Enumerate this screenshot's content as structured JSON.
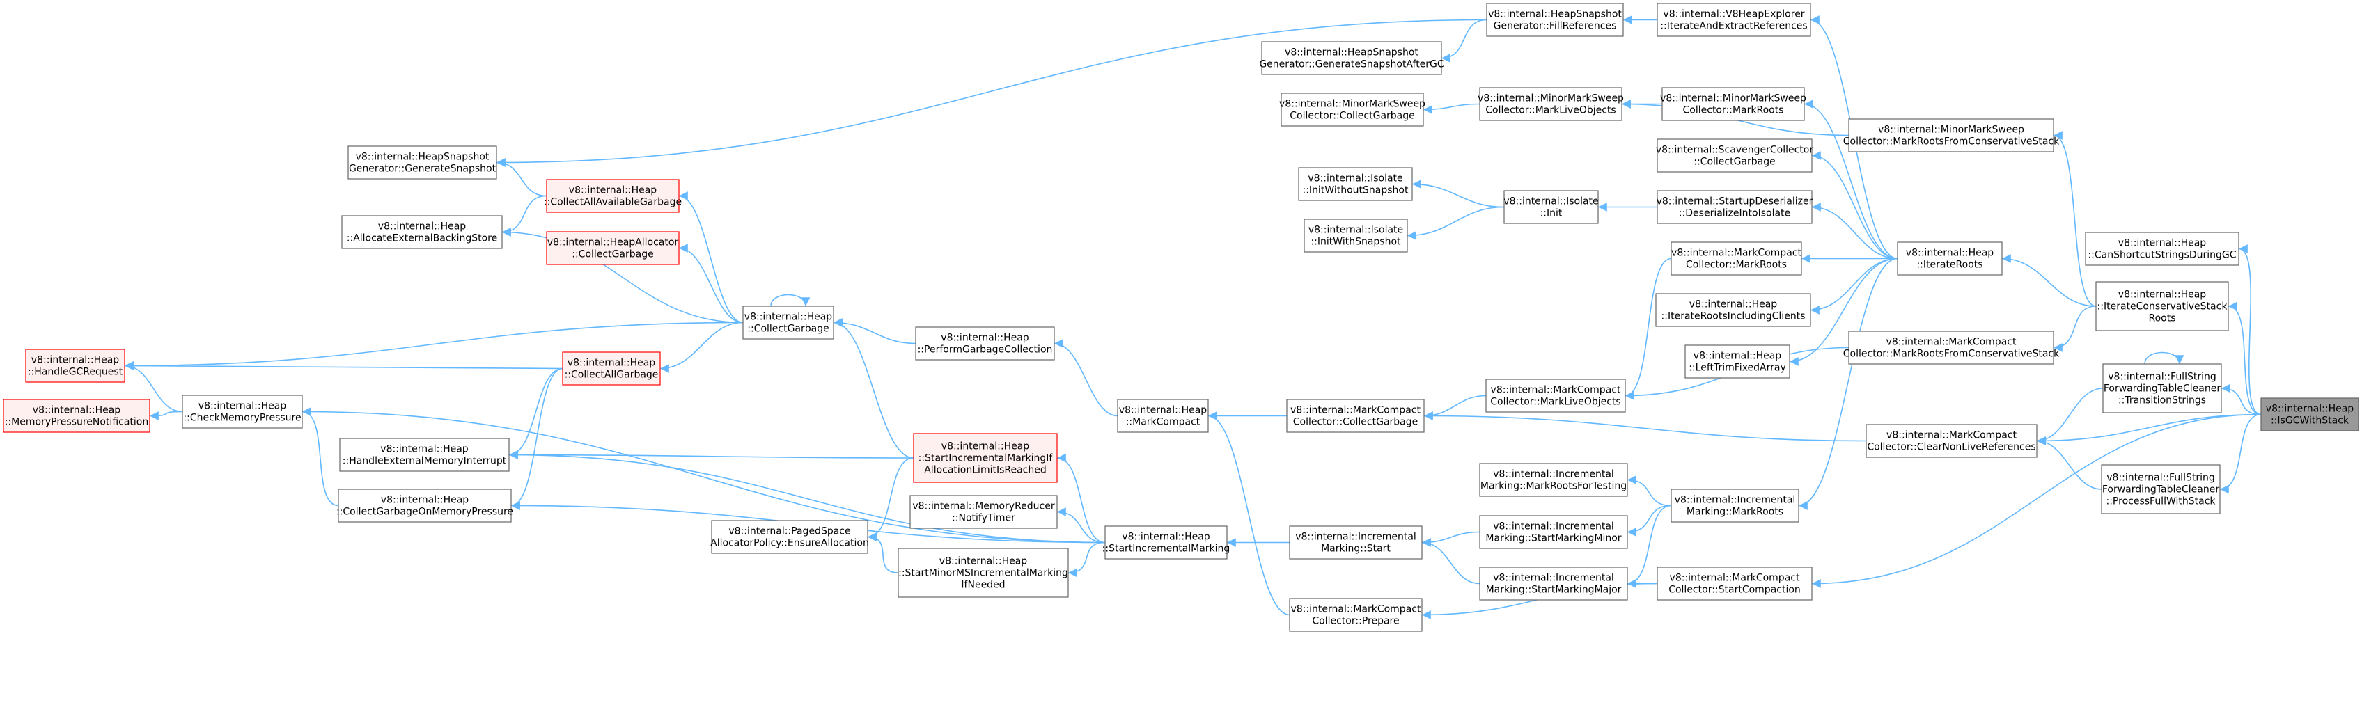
{
  "graph": {
    "title": "",
    "edge_color": "#63b8ff",
    "node_border_default": "#666666",
    "node_fill_default": "#ffffff",
    "node_border_unreferenced": "#ff0000",
    "node_fill_unreferenced": "#fff0f0",
    "node_fill_focus": "#999999",
    "text_color": "#000000",
    "nodes": [
      {
        "id": "n_handle_gc_request",
        "lines": [
          "v8::internal::Heap",
          "::HandleGCRequest"
        ],
        "style": "red"
      },
      {
        "id": "n_memory_pressure_notification",
        "lines": [
          "v8::internal::Heap",
          "::MemoryPressureNotification"
        ],
        "style": "red"
      },
      {
        "id": "n_check_memory_pressure",
        "lines": [
          "v8::internal::Heap",
          "::CheckMemoryPressure"
        ],
        "style": "normal"
      },
      {
        "id": "n_snapshot_generate_snapshot",
        "lines": [
          "v8::internal::HeapSnapshot",
          "Generator::GenerateSnapshot"
        ],
        "style": "normal"
      },
      {
        "id": "n_allocate_external_backing_store",
        "lines": [
          "v8::internal::Heap",
          "::AllocateExternalBackingStore"
        ],
        "style": "normal"
      },
      {
        "id": "n_handle_external_memory_interrupt",
        "lines": [
          "v8::internal::Heap",
          "::HandleExternalMemoryInterrupt"
        ],
        "style": "normal"
      },
      {
        "id": "n_collect_garbage_on_memory_pressure",
        "lines": [
          "v8::internal::Heap",
          "::CollectGarbageOnMemoryPressure"
        ],
        "style": "normal"
      },
      {
        "id": "n_collect_all_available_garbage",
        "lines": [
          "v8::internal::Heap",
          "::CollectAllAvailableGarbage"
        ],
        "style": "red"
      },
      {
        "id": "n_heap_allocator_collect_garbage",
        "lines": [
          "v8::internal::HeapAllocator",
          "::CollectGarbage"
        ],
        "style": "red"
      },
      {
        "id": "n_collect_all_garbage",
        "lines": [
          "v8::internal::Heap",
          "::CollectAllGarbage"
        ],
        "style": "red"
      },
      {
        "id": "n_heap_collect_garbage",
        "lines": [
          "v8::internal::Heap",
          "::CollectGarbage"
        ],
        "style": "normal"
      },
      {
        "id": "n_perform_garbage_collection",
        "lines": [
          "v8::internal::Heap",
          "::PerformGarbageCollection"
        ],
        "style": "normal"
      },
      {
        "id": "n_start_incremental_marking_if_limit",
        "lines": [
          "v8::internal::Heap",
          "::StartIncrementalMarkingIf",
          "AllocationLimitIsReached"
        ],
        "style": "red"
      },
      {
        "id": "n_paged_space_ensure_allocation",
        "lines": [
          "v8::internal::PagedSpace",
          "AllocatorPolicy::EnsureAllocation"
        ],
        "style": "normal"
      },
      {
        "id": "n_memory_reducer_notify_timer",
        "lines": [
          "v8::internal::MemoryReducer",
          "::NotifyTimer"
        ],
        "style": "normal"
      },
      {
        "id": "n_start_minor_ms_incremental_marking",
        "lines": [
          "v8::internal::Heap",
          "::StartMinorMSIncrementalMarking",
          "IfNeeded"
        ],
        "style": "normal"
      },
      {
        "id": "n_heap_mark_compact",
        "lines": [
          "v8::internal::Heap",
          "::MarkCompact"
        ],
        "style": "normal"
      },
      {
        "id": "n_heap_start_incremental_marking",
        "lines": [
          "v8::internal::Heap",
          "::StartIncrementalMarking"
        ],
        "style": "normal"
      },
      {
        "id": "n_mark_compact_collect_garbage",
        "lines": [
          "v8::internal::MarkCompact",
          "Collector::CollectGarbage"
        ],
        "style": "normal"
      },
      {
        "id": "n_incremental_marking_start",
        "lines": [
          "v8::internal::Incremental",
          "Marking::Start"
        ],
        "style": "normal"
      },
      {
        "id": "n_mark_compact_prepare",
        "lines": [
          "v8::internal::MarkCompact",
          "Collector::Prepare"
        ],
        "style": "normal"
      },
      {
        "id": "n_snapshot_generate_after_gc",
        "lines": [
          "v8::internal::HeapSnapshot",
          "Generator::GenerateSnapshotAfterGC"
        ],
        "style": "normal"
      },
      {
        "id": "n_minor_ms_collect_garbage",
        "lines": [
          "v8::internal::MinorMarkSweep",
          "Collector::CollectGarbage"
        ],
        "style": "normal"
      },
      {
        "id": "n_isolate_init_without_snapshot",
        "lines": [
          "v8::internal::Isolate",
          "::InitWithoutSnapshot"
        ],
        "style": "normal"
      },
      {
        "id": "n_isolate_init_with_snapshot",
        "lines": [
          "v8::internal::Isolate",
          "::InitWithSnapshot"
        ],
        "style": "normal"
      },
      {
        "id": "n_snapshot_fill_references",
        "lines": [
          "v8::internal::HeapSnapshot",
          "Generator::FillReferences"
        ],
        "style": "normal"
      },
      {
        "id": "n_minor_ms_mark_live_objects",
        "lines": [
          "v8::internal::MinorMarkSweep",
          "Collector::MarkLiveObjects"
        ],
        "style": "normal"
      },
      {
        "id": "n_isolate_init",
        "lines": [
          "v8::internal::Isolate",
          "::Init"
        ],
        "style": "normal"
      },
      {
        "id": "n_mark_compact_mark_live_objects",
        "lines": [
          "v8::internal::MarkCompact",
          "Collector::MarkLiveObjects"
        ],
        "style": "normal"
      },
      {
        "id": "n_marking_roots_for_testing",
        "lines": [
          "v8::internal::Incremental",
          "Marking::MarkRootsForTesting"
        ],
        "style": "normal"
      },
      {
        "id": "n_start_marking_minor",
        "lines": [
          "v8::internal::Incremental",
          "Marking::StartMarkingMinor"
        ],
        "style": "normal"
      },
      {
        "id": "n_start_marking_major",
        "lines": [
          "v8::internal::Incremental",
          "Marking::StartMarkingMajor"
        ],
        "style": "normal"
      },
      {
        "id": "n_v8_heap_explorer",
        "lines": [
          "v8::internal::V8HeapExplorer",
          "::IterateAndExtractReferences"
        ],
        "style": "normal"
      },
      {
        "id": "n_minor_ms_mark_roots",
        "lines": [
          "v8::internal::MinorMarkSweep",
          "Collector::MarkRoots"
        ],
        "style": "normal"
      },
      {
        "id": "n_scavenger_collect_garbage",
        "lines": [
          "v8::internal::ScavengerCollector",
          "::CollectGarbage"
        ],
        "style": "normal"
      },
      {
        "id": "n_startup_deserialize_into_isolate",
        "lines": [
          "v8::internal::StartupDeserializer",
          "::DeserializeIntoIsolate"
        ],
        "style": "normal"
      },
      {
        "id": "n_mark_compact_mark_roots",
        "lines": [
          "v8::internal::MarkCompact",
          "Collector::MarkRoots"
        ],
        "style": "normal"
      },
      {
        "id": "n_iterate_roots_including_clients",
        "lines": [
          "v8::internal::Heap",
          "::IterateRootsIncludingClients"
        ],
        "style": "normal"
      },
      {
        "id": "n_left_trim_fixed_array",
        "lines": [
          "v8::internal::Heap",
          "::LeftTrimFixedArray"
        ],
        "style": "normal"
      },
      {
        "id": "n_incremental_marking_mark_roots",
        "lines": [
          "v8::internal::Incremental",
          "Marking::MarkRoots"
        ],
        "style": "normal"
      },
      {
        "id": "n_mark_compact_start_compaction",
        "lines": [
          "v8::internal::MarkCompact",
          "Collector::StartCompaction"
        ],
        "style": "normal"
      },
      {
        "id": "n_minor_ms_mark_roots_conservative",
        "lines": [
          "v8::internal::MinorMarkSweep",
          "Collector::MarkRootsFromConservativeStack"
        ],
        "style": "normal"
      },
      {
        "id": "n_heap_iterate_roots",
        "lines": [
          "v8::internal::Heap",
          "::IterateRoots"
        ],
        "style": "normal"
      },
      {
        "id": "n_mark_compact_mark_roots_conservative",
        "lines": [
          "v8::internal::MarkCompact",
          "Collector::MarkRootsFromConservativeStack"
        ],
        "style": "normal"
      },
      {
        "id": "n_mark_compact_clear_non_live_references",
        "lines": [
          "v8::internal::MarkCompact",
          "Collector::ClearNonLiveReferences"
        ],
        "style": "normal"
      },
      {
        "id": "n_can_shortcut_strings",
        "lines": [
          "v8::internal::Heap",
          "::CanShortcutStringsDuringGC"
        ],
        "style": "normal"
      },
      {
        "id": "n_iterate_conservative_stack_roots",
        "lines": [
          "v8::internal::Heap",
          "::IterateConservativeStack",
          "Roots"
        ],
        "style": "normal"
      },
      {
        "id": "n_transition_strings",
        "lines": [
          "v8::internal::FullString",
          "ForwardingTableCleaner",
          "::TransitionStrings"
        ],
        "style": "normal"
      },
      {
        "id": "n_process_full_with_stack",
        "lines": [
          "v8::internal::FullString",
          "ForwardingTableCleaner",
          "::ProcessFullWithStack"
        ],
        "style": "normal"
      },
      {
        "id": "n_is_gc_with_stack",
        "lines": [
          "v8::internal::Heap",
          "::IsGCWithStack"
        ],
        "style": "focus"
      }
    ],
    "edges": [
      [
        "n_handle_gc_request",
        "n_check_memory_pressure"
      ],
      [
        "n_memory_pressure_notification",
        "n_check_memory_pressure"
      ],
      [
        "n_handle_gc_request",
        "n_collect_all_garbage"
      ],
      [
        "n_handle_gc_request",
        "n_heap_collect_garbage"
      ],
      [
        "n_check_memory_pressure",
        "n_collect_garbage_on_memory_pressure"
      ],
      [
        "n_check_memory_pressure",
        "n_heap_start_incremental_marking"
      ],
      [
        "n_snapshot_generate_snapshot",
        "n_collect_all_available_garbage"
      ],
      [
        "n_snapshot_generate_snapshot",
        "n_snapshot_fill_references"
      ],
      [
        "n_allocate_external_backing_store",
        "n_collect_all_available_garbage"
      ],
      [
        "n_allocate_external_backing_store",
        "n_heap_collect_garbage"
      ],
      [
        "n_handle_external_memory_interrupt",
        "n_collect_all_garbage"
      ],
      [
        "n_handle_external_memory_interrupt",
        "n_start_incremental_marking_if_limit"
      ],
      [
        "n_handle_external_memory_interrupt",
        "n_heap_start_incremental_marking"
      ],
      [
        "n_collect_garbage_on_memory_pressure",
        "n_collect_all_garbage"
      ],
      [
        "n_collect_garbage_on_memory_pressure",
        "n_heap_start_incremental_marking"
      ],
      [
        "n_collect_all_available_garbage",
        "n_heap_collect_garbage"
      ],
      [
        "n_heap_allocator_collect_garbage",
        "n_heap_collect_garbage"
      ],
      [
        "n_collect_all_garbage",
        "n_heap_collect_garbage"
      ],
      [
        "n_heap_collect_garbage",
        "n_heap_collect_garbage"
      ],
      [
        "n_heap_collect_garbage",
        "n_perform_garbage_collection"
      ],
      [
        "n_heap_collect_garbage",
        "n_start_incremental_marking_if_limit"
      ],
      [
        "n_perform_garbage_collection",
        "n_heap_mark_compact"
      ],
      [
        "n_start_incremental_marking_if_limit",
        "n_heap_start_incremental_marking"
      ],
      [
        "n_paged_space_ensure_allocation",
        "n_start_incremental_marking_if_limit"
      ],
      [
        "n_paged_space_ensure_allocation",
        "n_start_minor_ms_incremental_marking"
      ],
      [
        "n_memory_reducer_notify_timer",
        "n_heap_start_incremental_marking"
      ],
      [
        "n_start_minor_ms_incremental_marking",
        "n_heap_start_incremental_marking"
      ],
      [
        "n_heap_mark_compact",
        "n_mark_compact_collect_garbage"
      ],
      [
        "n_heap_mark_compact",
        "n_mark_compact_prepare"
      ],
      [
        "n_heap_start_incremental_marking",
        "n_incremental_marking_start"
      ],
      [
        "n_mark_compact_collect_garbage",
        "n_mark_compact_mark_live_objects"
      ],
      [
        "n_mark_compact_collect_garbage",
        "n_mark_compact_clear_non_live_references"
      ],
      [
        "n_incremental_marking_start",
        "n_start_marking_minor"
      ],
      [
        "n_incremental_marking_start",
        "n_start_marking_major"
      ],
      [
        "n_mark_compact_prepare",
        "n_mark_compact_start_compaction"
      ],
      [
        "n_snapshot_generate_after_gc",
        "n_snapshot_fill_references"
      ],
      [
        "n_minor_ms_collect_garbage",
        "n_minor_ms_mark_live_objects"
      ],
      [
        "n_isolate_init_without_snapshot",
        "n_isolate_init"
      ],
      [
        "n_isolate_init_with_snapshot",
        "n_isolate_init"
      ],
      [
        "n_snapshot_fill_references",
        "n_v8_heap_explorer"
      ],
      [
        "n_minor_ms_mark_live_objects",
        "n_minor_ms_mark_roots"
      ],
      [
        "n_minor_ms_mark_live_objects",
        "n_minor_ms_mark_roots_conservative"
      ],
      [
        "n_isolate_init",
        "n_startup_deserialize_into_isolate"
      ],
      [
        "n_mark_compact_mark_live_objects",
        "n_mark_compact_mark_roots"
      ],
      [
        "n_mark_compact_mark_live_objects",
        "n_mark_compact_mark_roots_conservative"
      ],
      [
        "n_marking_roots_for_testing",
        "n_incremental_marking_mark_roots"
      ],
      [
        "n_start_marking_minor",
        "n_incremental_marking_mark_roots"
      ],
      [
        "n_start_marking_major",
        "n_incremental_marking_mark_roots"
      ],
      [
        "n_start_marking_major",
        "n_mark_compact_start_compaction"
      ],
      [
        "n_v8_heap_explorer",
        "n_heap_iterate_roots"
      ],
      [
        "n_minor_ms_mark_roots",
        "n_heap_iterate_roots"
      ],
      [
        "n_scavenger_collect_garbage",
        "n_heap_iterate_roots"
      ],
      [
        "n_startup_deserialize_into_isolate",
        "n_heap_iterate_roots"
      ],
      [
        "n_mark_compact_mark_roots",
        "n_heap_iterate_roots"
      ],
      [
        "n_iterate_roots_including_clients",
        "n_heap_iterate_roots"
      ],
      [
        "n_left_trim_fixed_array",
        "n_heap_iterate_roots"
      ],
      [
        "n_incremental_marking_mark_roots",
        "n_heap_iterate_roots"
      ],
      [
        "n_minor_ms_mark_roots_conservative",
        "n_iterate_conservative_stack_roots"
      ],
      [
        "n_heap_iterate_roots",
        "n_iterate_conservative_stack_roots"
      ],
      [
        "n_mark_compact_mark_roots_conservative",
        "n_iterate_conservative_stack_roots"
      ],
      [
        "n_mark_compact_clear_non_live_references",
        "n_transition_strings"
      ],
      [
        "n_mark_compact_clear_non_live_references",
        "n_process_full_with_stack"
      ],
      [
        "n_mark_compact_start_compaction",
        "n_is_gc_with_stack"
      ],
      [
        "n_can_shortcut_strings",
        "n_is_gc_with_stack"
      ],
      [
        "n_iterate_conservative_stack_roots",
        "n_is_gc_with_stack"
      ],
      [
        "n_transition_strings",
        "n_transition_strings"
      ],
      [
        "n_transition_strings",
        "n_is_gc_with_stack"
      ],
      [
        "n_process_full_with_stack",
        "n_is_gc_with_stack"
      ],
      [
        "n_mark_compact_clear_non_live_references",
        "n_is_gc_with_stack"
      ]
    ]
  }
}
